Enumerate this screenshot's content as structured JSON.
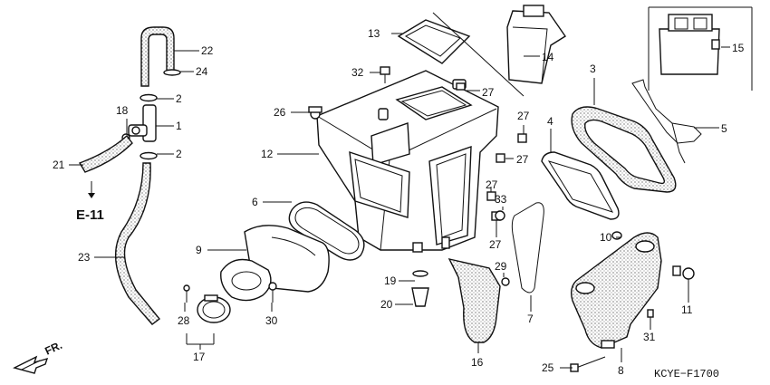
{
  "diagram": {
    "diagram_code": "KCYE−F1700",
    "reference_label": "E-11",
    "front_label": "FR.",
    "callouts": {
      "c1": "1",
      "c2a": "2",
      "c2b": "2",
      "c3": "3",
      "c4": "4",
      "c5": "5",
      "c6": "6",
      "c7": "7",
      "c8": "8",
      "c9": "9",
      "c10": "10",
      "c11": "11",
      "c12": "12",
      "c13": "13",
      "c14": "14",
      "c15": "15",
      "c16": "16",
      "c17": "17",
      "c18": "18",
      "c19": "19",
      "c20": "20",
      "c21": "21",
      "c22": "22",
      "c23": "23",
      "c24": "24",
      "c25": "25",
      "c26": "26",
      "c27a": "27",
      "c27b": "27",
      "c27c": "27",
      "c27d": "27",
      "c27e": "27",
      "c28": "28",
      "c29": "29",
      "c30": "30",
      "c31": "31",
      "c32": "32",
      "c33": "33"
    }
  }
}
